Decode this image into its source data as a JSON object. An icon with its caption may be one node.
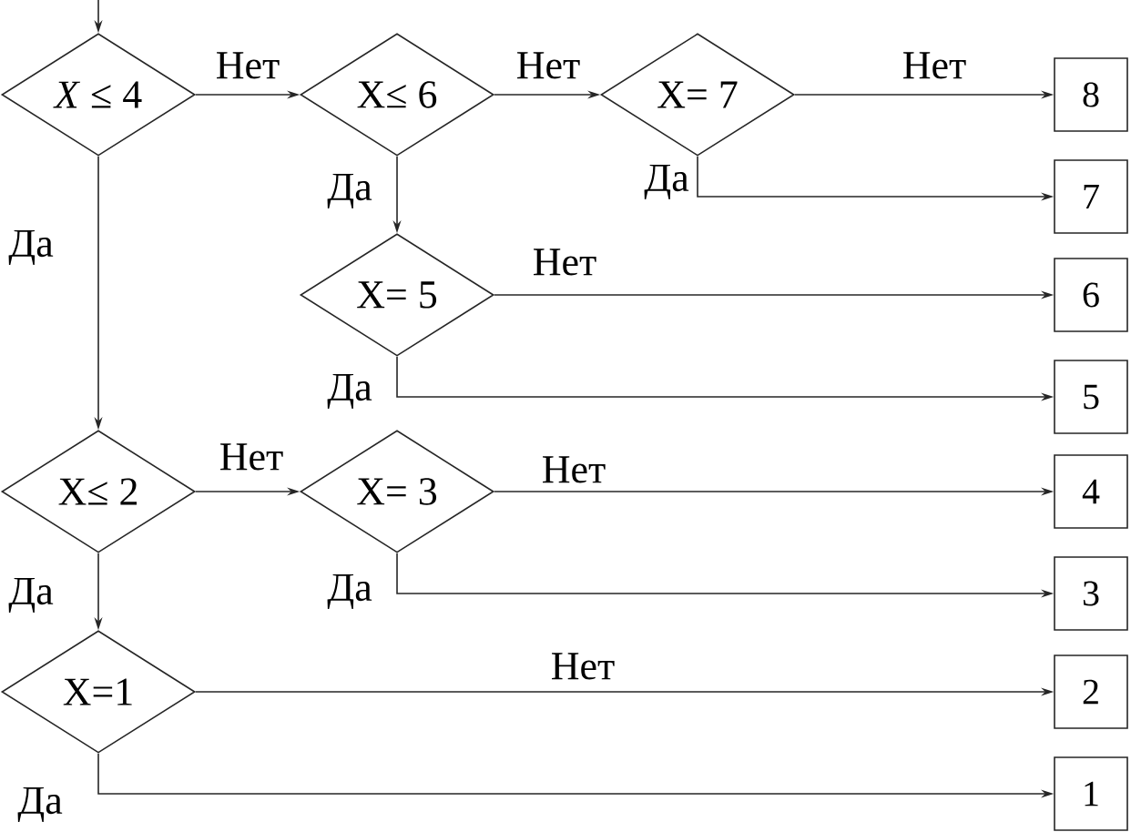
{
  "diagram": {
    "nodes": [
      {
        "text": [
          "*X* ≤ 4"
        ]
      },
      {
        "text": [
          "X≤ 6"
        ]
      },
      {
        "text": [
          "X= 7"
        ]
      },
      {
        "text": [
          "8"
        ]
      },
      {
        "text": [
          "7"
        ]
      },
      {
        "text": [
          "X= 5"
        ]
      },
      {
        "text": [
          "6"
        ]
      },
      {
        "text": [
          "5"
        ]
      },
      {
        "text": [
          "X≤ 2"
        ]
      },
      {
        "text": [
          "X= 3"
        ]
      },
      {
        "text": [
          "4"
        ]
      },
      {
        "text": [
          "3"
        ]
      },
      {
        "text": [
          "X=1"
        ]
      },
      {
        "text": [
          "2"
        ]
      },
      {
        "text": [
          "1"
        ]
      }
    ],
    "edges": [
      {
        "from": null,
        "to": 0,
        "arrow": "to"
      },
      {
        "from": 0,
        "to": 1,
        "arrow": "to",
        "label": "Нет"
      },
      {
        "from": 1,
        "to": 2,
        "arrow": "to",
        "label": "Нет"
      },
      {
        "from": 2,
        "to": 3,
        "arrow": "to",
        "label": "Нет"
      },
      {
        "from": 2,
        "to": 4,
        "arrow": "to",
        "label": "Да"
      },
      {
        "from": 1,
        "to": 5,
        "arrow": "to",
        "label": "Да"
      },
      {
        "from": 5,
        "to": 6,
        "arrow": "to",
        "label": "Нет"
      },
      {
        "from": 5,
        "to": 7,
        "arrow": "to",
        "label": "Да"
      },
      {
        "from": 0,
        "to": 8,
        "arrow": "to",
        "label": "Да"
      },
      {
        "from": 8,
        "to": 9,
        "arrow": "to",
        "label": "Нет"
      },
      {
        "from": 9,
        "to": 10,
        "arrow": "to",
        "label": "Нет"
      },
      {
        "from": 9,
        "to": 11,
        "arrow": "to",
        "label": "Да"
      },
      {
        "from": 8,
        "to": 12,
        "arrow": "to",
        "label": "Да"
      },
      {
        "from": 12,
        "to": 13,
        "arrow": "to",
        "label": "Нет"
      },
      {
        "from": 12,
        "to": 14,
        "arrow": "to",
        "label": "Да"
      }
    ]
  }
}
